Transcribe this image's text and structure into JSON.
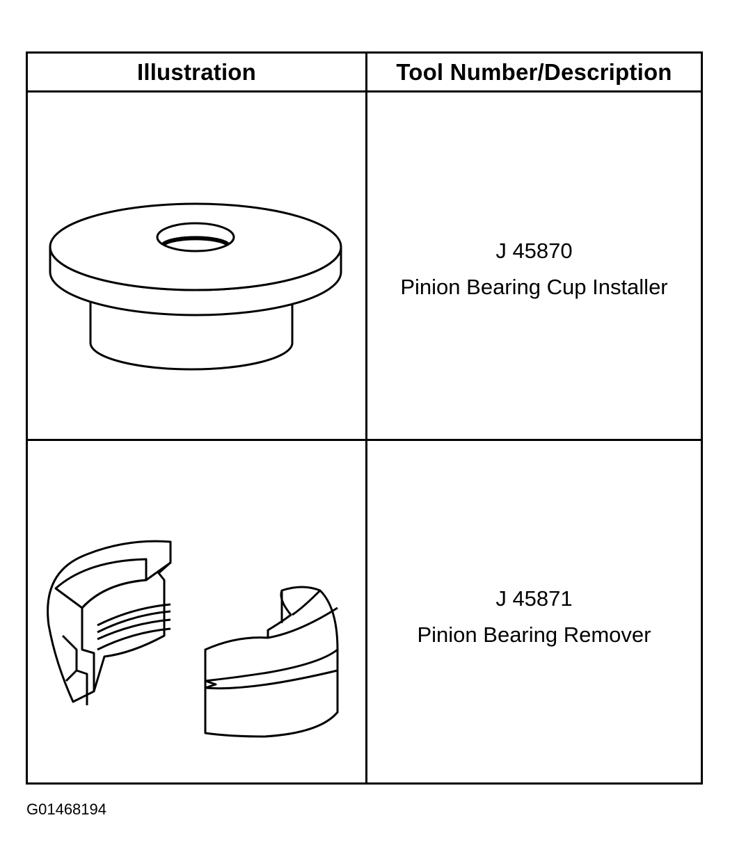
{
  "table": {
    "headers": [
      "Illustration",
      "Tool Number/Description"
    ],
    "rows": [
      {
        "tool_number": "J 45870",
        "description": "Pinion Bearing Cup Installer",
        "illustration_icon": "bearing-cup-installer-icon"
      },
      {
        "tool_number": "J 45871",
        "description": "Pinion Bearing Remover",
        "illustration_icon": "bearing-remover-icon"
      }
    ]
  },
  "figure_id": "G01468194"
}
